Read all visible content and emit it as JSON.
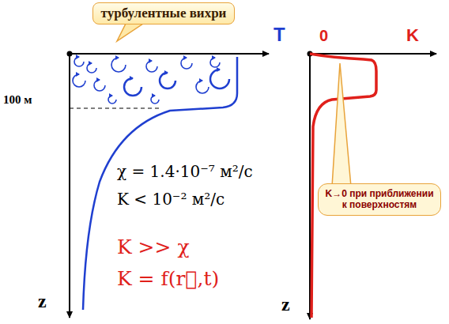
{
  "diagram": {
    "nodes": [
      {
        "text": [
          "турбулентные вихри"
        ]
      },
      {
        "text": [
          "K→0 при приближении к поверхностям"
        ]
      }
    ],
    "labels": [
      "T",
      "100 м",
      "χ = 1.4·10⁻⁷ м²/с",
      "K < 10⁻² м²/с",
      "K >> χ",
      "K = f(r⃗,t)",
      "z",
      "0",
      "K",
      "z"
    ]
  }
}
